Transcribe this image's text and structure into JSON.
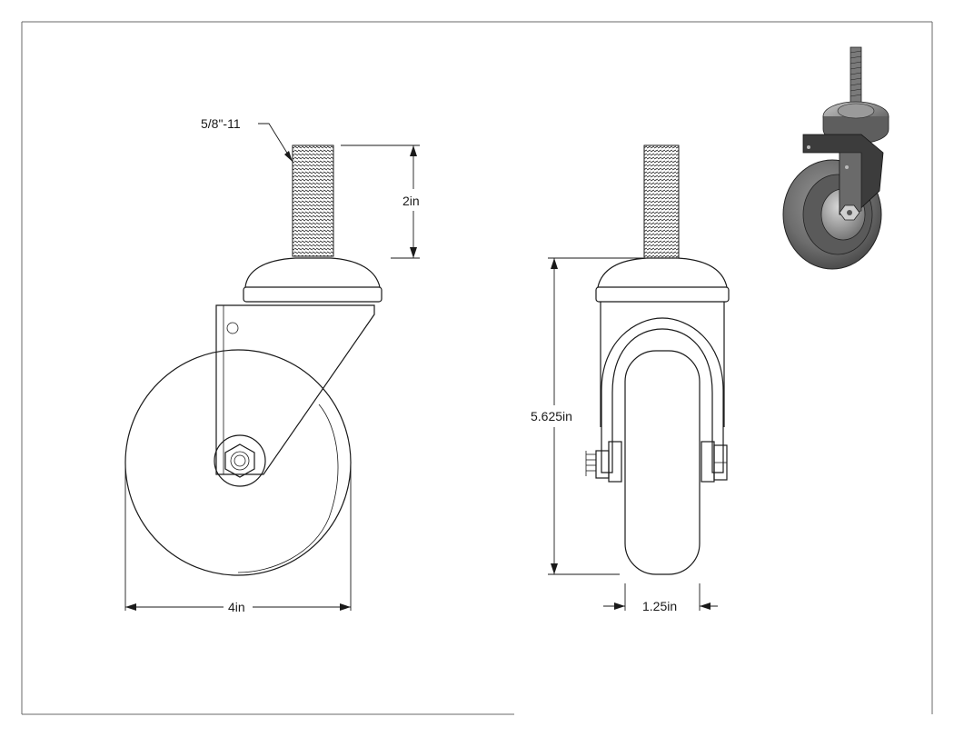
{
  "labels": {
    "thread": "5/8\"-11",
    "stem_length": "2in",
    "diameter": "4in",
    "height": "5.625in",
    "width": "1.25in"
  }
}
